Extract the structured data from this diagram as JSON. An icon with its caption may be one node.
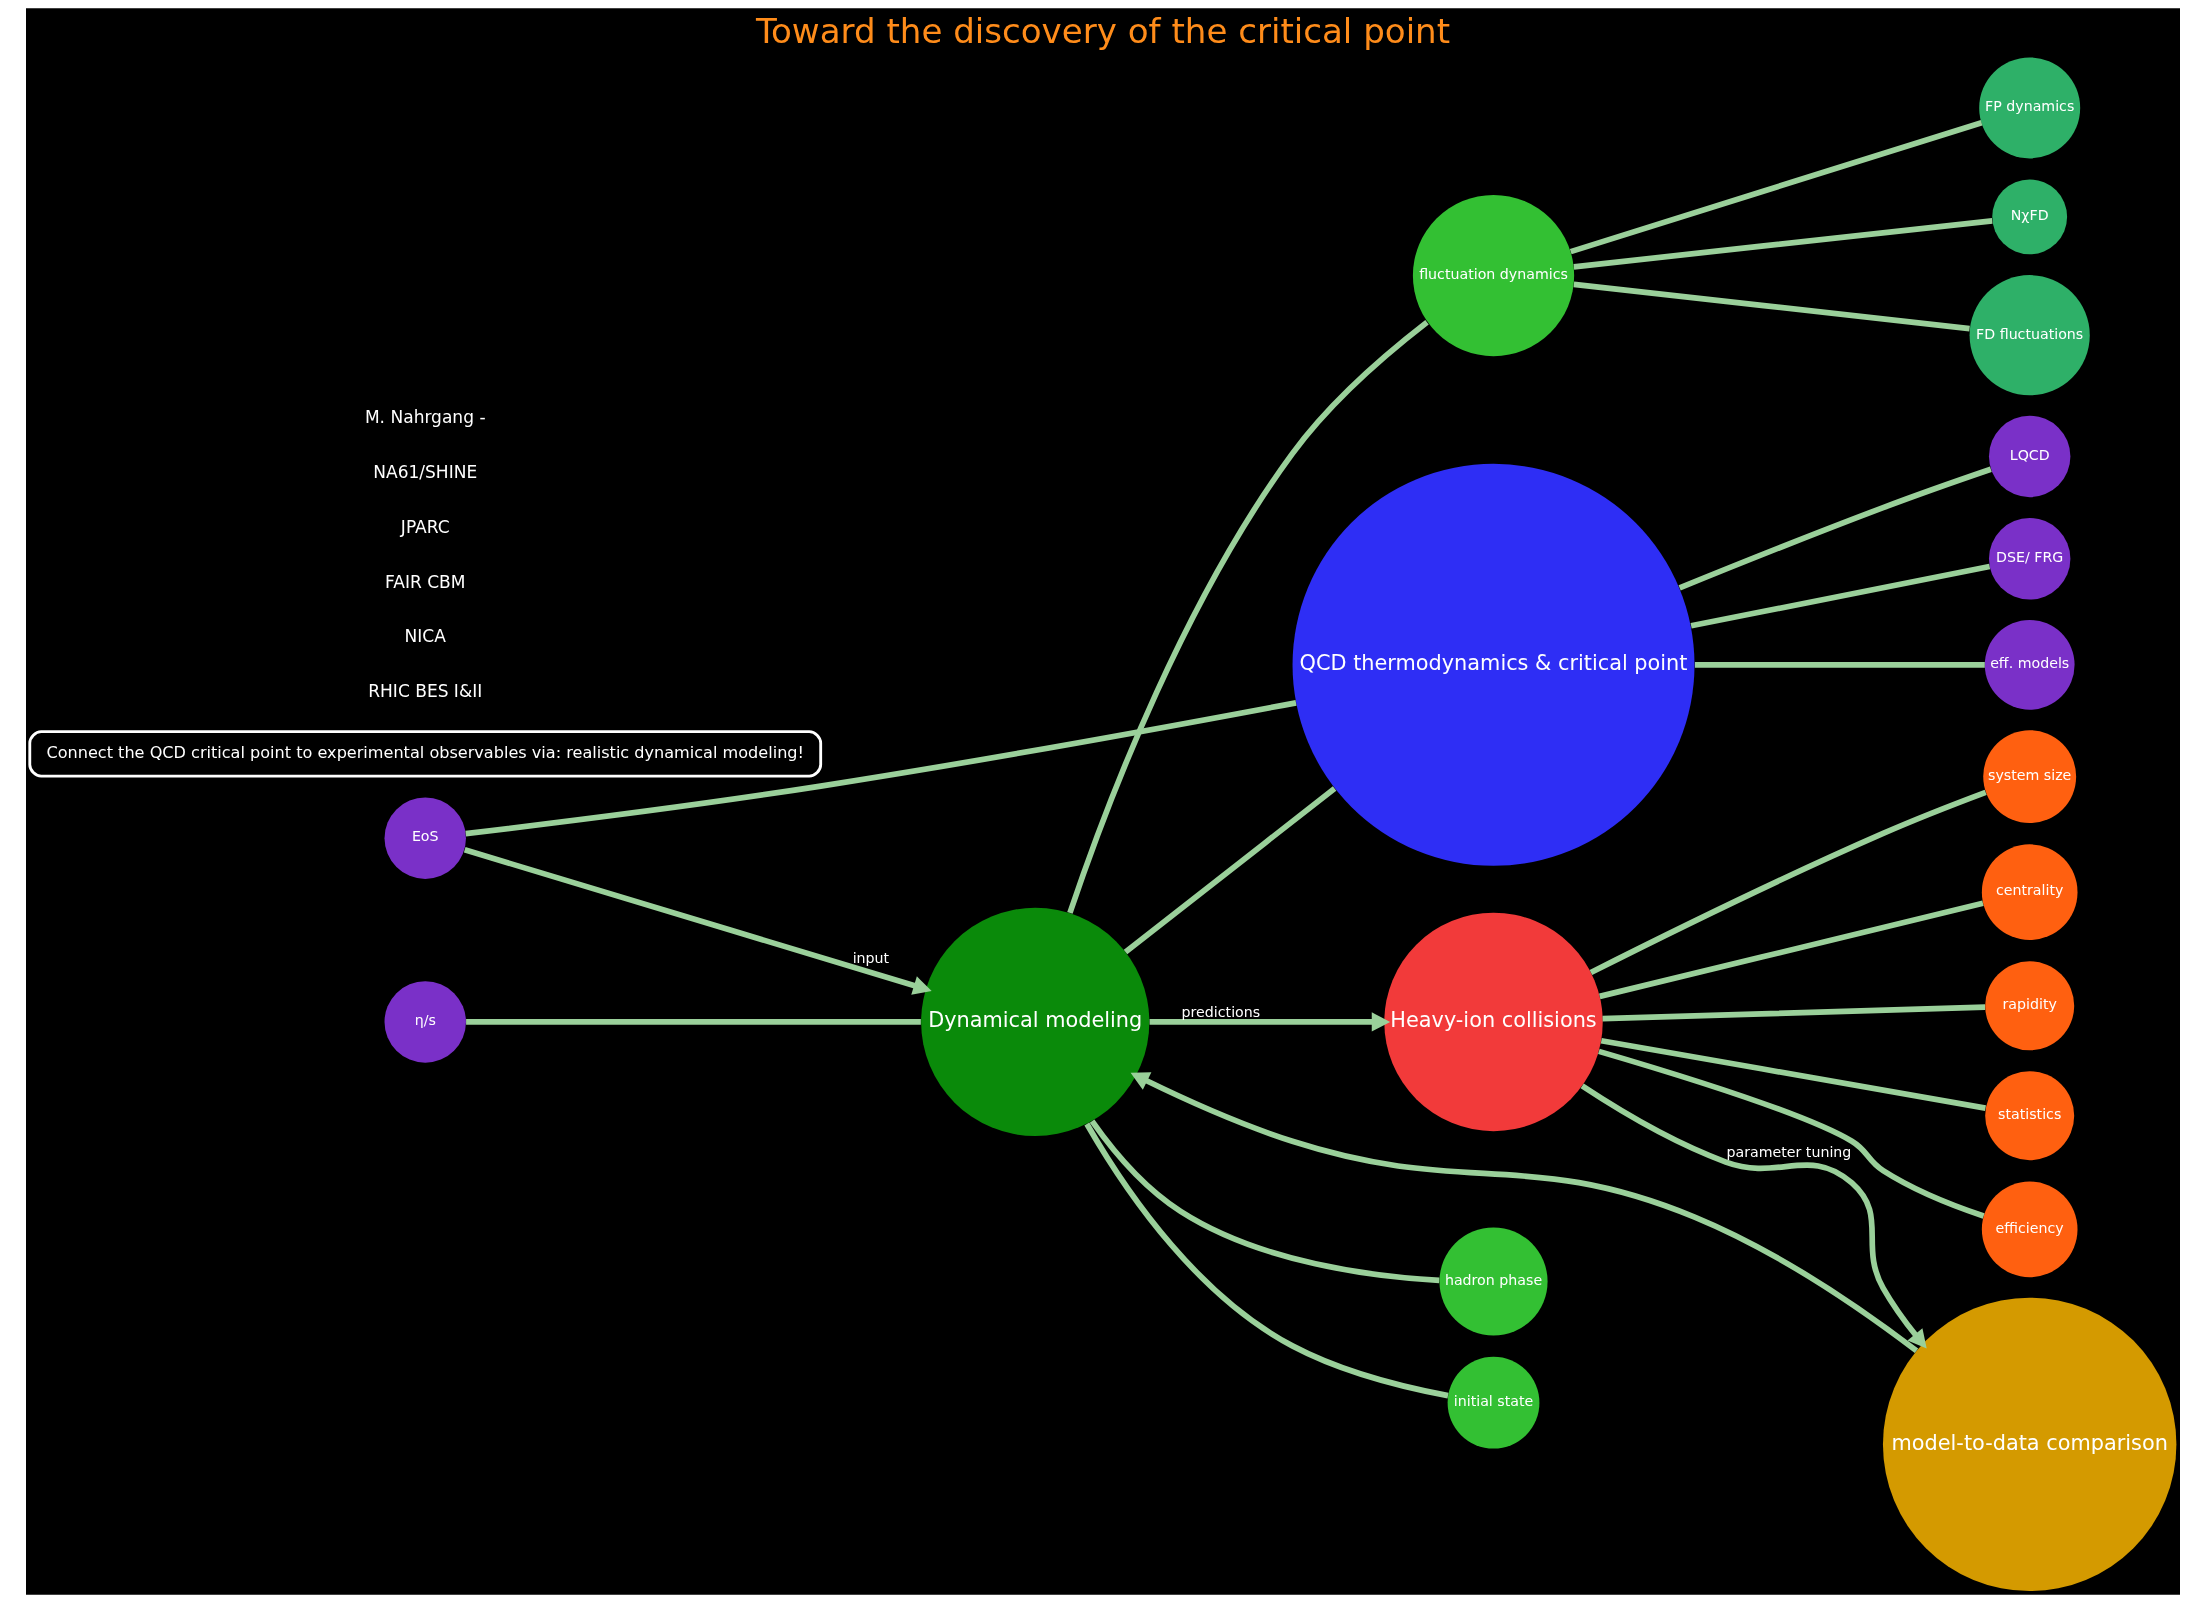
{
  "diagram": {
    "title": "Toward the discovery of the critical point",
    "nodes": [
      {
        "text": [
          "Dynamical modeling"
        ]
      },
      {
        "text": [
          "fluctuation dynamics"
        ]
      },
      {
        "text": [
          "FP dynamics"
        ]
      },
      {
        "text": [
          "NχFD"
        ]
      },
      {
        "text": [
          "FD fluctuations"
        ]
      },
      {
        "text": [
          "hadron phase"
        ]
      },
      {
        "text": [
          "initial state"
        ]
      },
      {
        "text": [
          "EoS"
        ]
      },
      {
        "text": [
          "η/s"
        ]
      },
      {
        "text": [
          "QCD thermodynamics & critical point"
        ]
      },
      {
        "text": [
          "LQCD"
        ]
      },
      {
        "text": [
          "DSE/ FRG"
        ]
      },
      {
        "text": [
          "eff. models"
        ]
      },
      {
        "text": [
          "Heavy-ion collisions"
        ]
      },
      {
        "text": [
          "centrality"
        ]
      },
      {
        "text": [
          "rapidity"
        ]
      },
      {
        "text": [
          "statistics"
        ]
      },
      {
        "text": [
          "efficiency"
        ]
      },
      {
        "text": [
          "system size"
        ]
      },
      {
        "text": [
          "model-to-data comparison"
        ]
      },
      {
        "text": [
          "Connect the QCD critical point to experimental observables via: realistic dynamical modeling!"
        ]
      }
    ],
    "edges": [
      {
        "from": 0,
        "to": 1,
        "arrow": "none"
      },
      {
        "from": 1,
        "to": 2,
        "arrow": "none"
      },
      {
        "from": 1,
        "to": 3,
        "arrow": "none"
      },
      {
        "from": 1,
        "to": 4,
        "arrow": "none"
      },
      {
        "from": 0,
        "to": 5,
        "arrow": "none"
      },
      {
        "from": 0,
        "to": 6,
        "arrow": "none"
      },
      {
        "from": 7,
        "to": 0,
        "arrow": "to",
        "label": "input"
      },
      {
        "from": 8,
        "to": 0,
        "arrow": "none"
      },
      {
        "from": 7,
        "to": 9,
        "arrow": "none"
      },
      {
        "from": 0,
        "to": 9,
        "arrow": "none"
      },
      {
        "from": 9,
        "to": 10,
        "arrow": "none"
      },
      {
        "from": 9,
        "to": 11,
        "arrow": "none"
      },
      {
        "from": 9,
        "to": 12,
        "arrow": "none"
      },
      {
        "from": 0,
        "to": 13,
        "arrow": "to",
        "label": "predictions"
      },
      {
        "from": 13,
        "to": 14,
        "arrow": "none"
      },
      {
        "from": 13,
        "to": 15,
        "arrow": "none"
      },
      {
        "from": 13,
        "to": 16,
        "arrow": "none"
      },
      {
        "from": 13,
        "to": 17,
        "arrow": "none"
      },
      {
        "from": 13,
        "to": 18,
        "arrow": "none"
      },
      {
        "from": 13,
        "to": 19,
        "arrow": "to",
        "label": "parameter tuning"
      },
      {
        "from": 19,
        "to": 0,
        "arrow": "to"
      }
    ],
    "labels": [
      "RHIC BES I&II",
      "NICA",
      "FAIR CBM",
      "JPARC",
      "NA61/SHINE",
      "M. Nahrgang -"
    ]
  }
}
